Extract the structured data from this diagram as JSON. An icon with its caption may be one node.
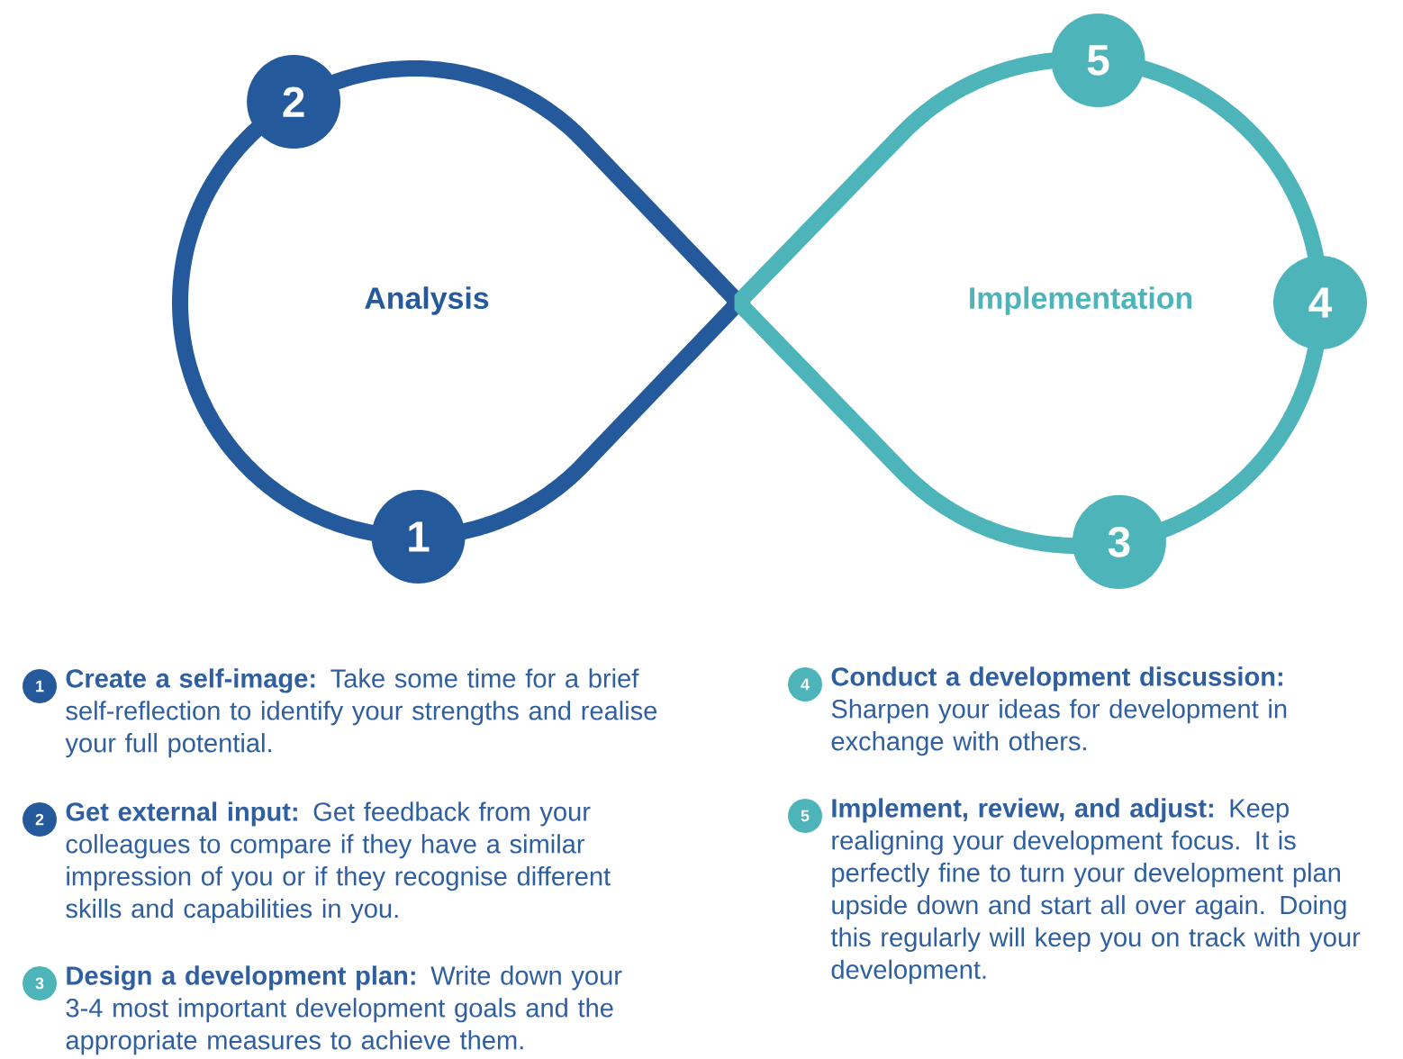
{
  "diagram": {
    "nodes": [
      {
        "text": [
          "1"
        ]
      },
      {
        "text": [
          "2"
        ]
      },
      {
        "text": [
          "3"
        ]
      },
      {
        "text": [
          "4"
        ]
      },
      {
        "text": [
          "5"
        ]
      },
      {
        "text": [
          "1"
        ],
        "beside": [
          "**Create a self-image:** Take some time for a brief self-reflection to identify your strengths and realise your full potential."
        ]
      },
      {
        "text": [
          "2"
        ],
        "beside": [
          "**Get external input:** Get feedback from your colleagues to compare if they have a similar impression of you or if they recognise different skills and capabilities in you."
        ]
      },
      {
        "text": [
          "3"
        ],
        "beside": [
          "**Design a development plan:** Write down your 3-4 most important development goals and the appropriate measures to achieve them."
        ]
      },
      {
        "text": [
          "4"
        ],
        "beside": [
          "**Conduct a development discussion:** Sharpen your ideas for development in exchange with others."
        ]
      },
      {
        "text": [
          "5"
        ],
        "beside": [
          "**Implement, review, and adjust:** Keep realigning your development focus. It is perfectly fine to turn your development plan upside down and start all over again. Doing this regularly will keep you on track with your development."
        ]
      }
    ],
    "edges": [
      {
        "from": 1,
        "to": 0,
        "arrow": "none",
        "color": "#245a9b"
      },
      {
        "from": 0,
        "to": 1,
        "arrow": "none",
        "color": "#245a9b"
      },
      {
        "from": 4,
        "to": 3,
        "arrow": "none",
        "color": "#4db5ba"
      },
      {
        "from": 3,
        "to": 2,
        "arrow": "none",
        "color": "#4db5ba"
      },
      {
        "from": 2,
        "to": 4,
        "arrow": "none",
        "color": "#4db5ba"
      }
    ],
    "labels": [
      "Analysis",
      "Implementation"
    ]
  }
}
